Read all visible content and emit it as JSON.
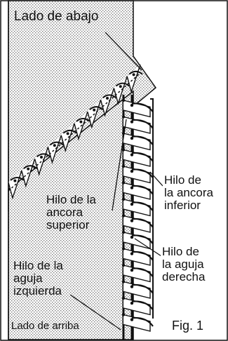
{
  "labels": {
    "bottom_side": "Lado de abajo",
    "upper_looper_thread": "Hilo de la\nancora\nsuperior",
    "lower_looper_thread": "Hilo de\nla ancora\ninferior",
    "right_needle_thread": "Hilo de\nla aguja\nderecha",
    "left_needle_thread": "Hilo de la\naguja\nizquierda",
    "top_side": "Lado de arriba",
    "figure": "Fig. 1"
  },
  "colors": {
    "fabric_texture": "#d6d6d6",
    "ink": "#111111",
    "paper": "#ffffff"
  }
}
